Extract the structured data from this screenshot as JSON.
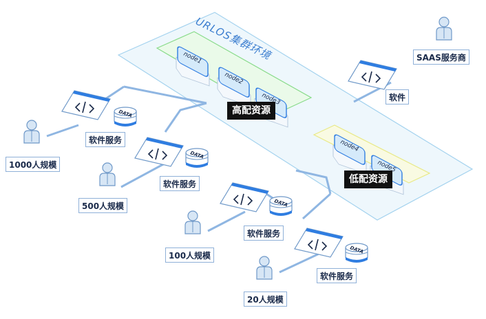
{
  "cluster": {
    "title": "URLOS集群环境"
  },
  "nodes": [
    "node1",
    "node2",
    "node3",
    "node4",
    "node5"
  ],
  "resources": {
    "high": "高配资源",
    "low": "低配资源"
  },
  "vendor": {
    "label": "SAAS服务商",
    "software_label": "软件"
  },
  "doc_icon_text": "DATA",
  "services": [
    {
      "service_label": "软件服务",
      "scale_label": "1000人规模"
    },
    {
      "service_label": "软件服务",
      "scale_label": "500人规模"
    },
    {
      "service_label": "软件服务",
      "scale_label": "100人规模"
    },
    {
      "service_label": "软件服务",
      "scale_label": "20人规模"
    }
  ],
  "colors": {
    "line": "#8fb6e2",
    "accent": "#2f7de1",
    "cluster_fill": "#eef7fc",
    "high_group": "#7dd87d",
    "low_group": "#e8e87a"
  }
}
